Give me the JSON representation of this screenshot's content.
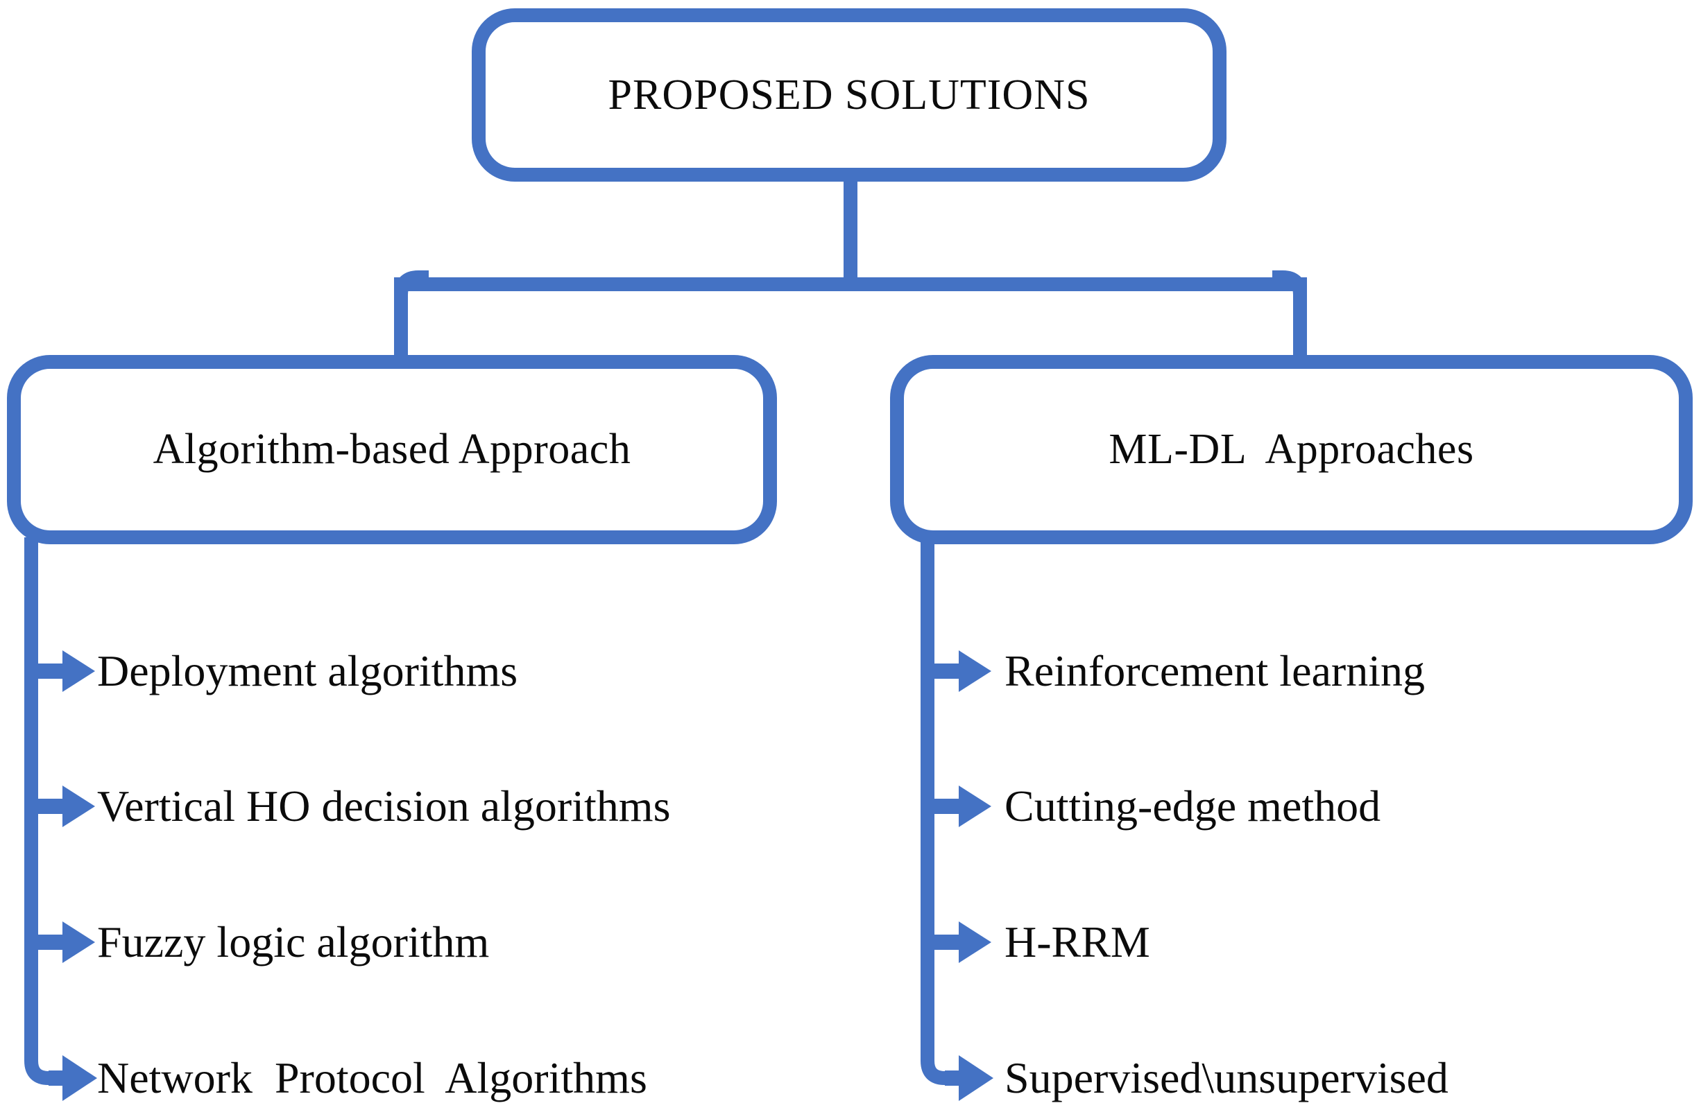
{
  "diagram": {
    "title_node": {
      "id": "proposed-solutions",
      "label": "PROPOSED SOLUTIONS"
    },
    "branches": [
      {
        "id": "algorithm-based-approach",
        "label": "Algorithm-based Approach",
        "items": [
          {
            "label": "Deployment algorithms"
          },
          {
            "label": "Vertical HO decision algorithms"
          },
          {
            "label": "Fuzzy logic algorithm"
          },
          {
            "label": "Network  Protocol  Algorithms"
          }
        ]
      },
      {
        "id": "ml-dl-approaches",
        "label": "ML-DL  Approaches",
        "items": [
          {
            "label": "Reinforcement learning"
          },
          {
            "label": "Cutting-edge method"
          },
          {
            "label": "H-RRM"
          },
          {
            "label": "Supervised\\unsupervised"
          }
        ]
      }
    ],
    "style": {
      "line_color": "#4472C4",
      "box_fill": "#FFFFFF",
      "text_color": "#0B0B0B",
      "line_width": 20
    }
  }
}
